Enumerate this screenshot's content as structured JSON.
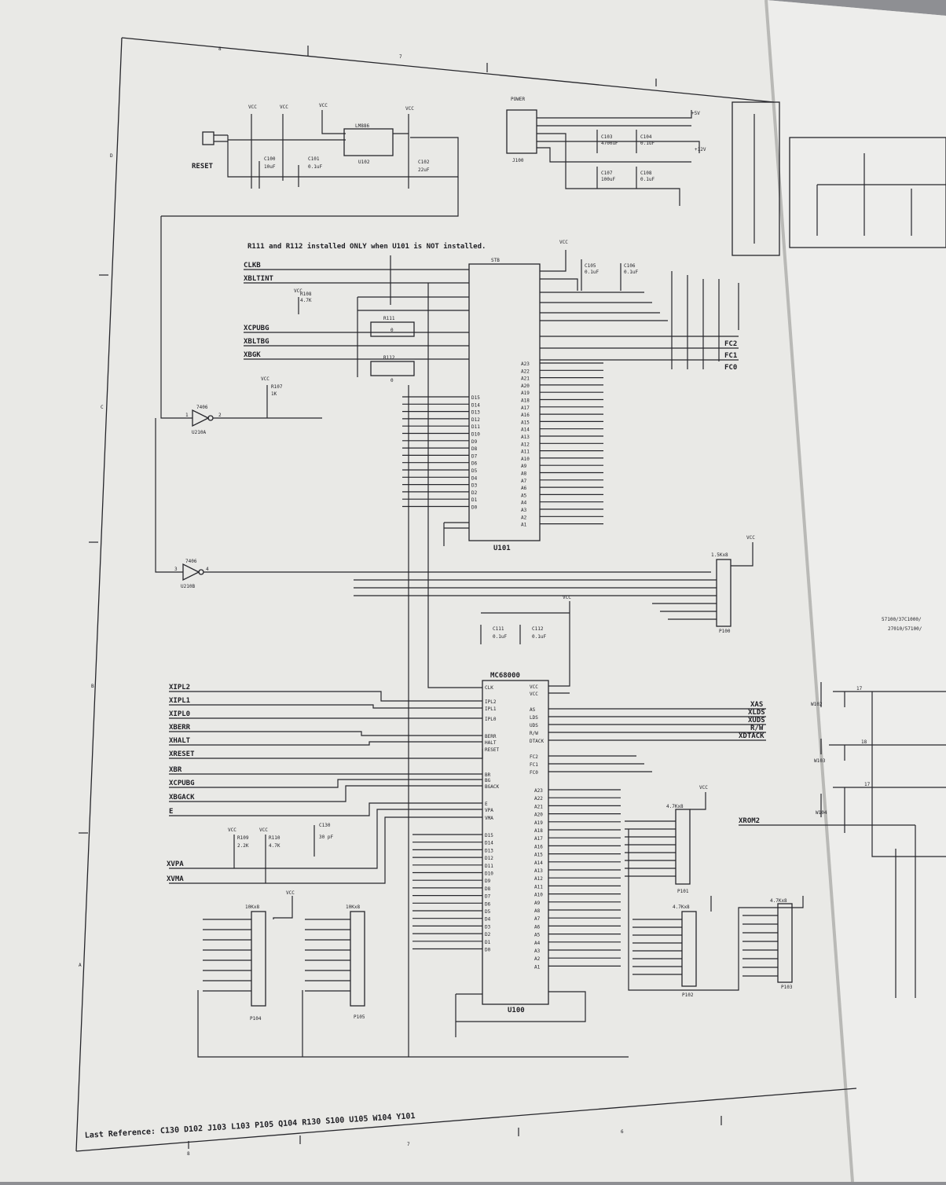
{
  "note": "R111 and R112 installed ONLY when U101 is NOT installed.",
  "last_reference": "Last Reference:  C130 D102 J103 L103 P105 Q104 R130 S100 U105 W104 Y101",
  "border_cols": {
    "top": [
      "8",
      "7"
    ],
    "bottom": [
      "8",
      "7",
      "6"
    ]
  },
  "border_rows": [
    "D",
    "C",
    "B",
    "A"
  ],
  "chips": {
    "u100": {
      "part": "MC68000",
      "ref": "U100"
    },
    "u101": {
      "part": "STB",
      "ref": "U101"
    },
    "reg": {
      "part": "LM886",
      "ref": "U102"
    },
    "gate_a": {
      "part": "7406",
      "ref": "U210A",
      "pin_in": "1",
      "pin_out": "2"
    },
    "gate_b": {
      "part": "7406",
      "ref": "U210B",
      "pin_in": "3",
      "pin_out": "4"
    }
  },
  "power": {
    "title": "POWER",
    "conn": "J100",
    "v5": "+5V",
    "v12": "+12V"
  },
  "caps": [
    {
      "ref": "C100",
      "val": "10uF"
    },
    {
      "ref": "C101",
      "val": "0.1uF"
    },
    {
      "ref": "C102",
      "val": "22uF"
    },
    {
      "ref": "C103",
      "val": "4700uF"
    },
    {
      "ref": "C104",
      "val": "0.1uF"
    },
    {
      "ref": "C107",
      "val": "100uF"
    },
    {
      "ref": "C108",
      "val": "0.1uF"
    },
    {
      "ref": "C105",
      "val": "0.1uF"
    },
    {
      "ref": "C106",
      "val": "0.1uF"
    },
    {
      "ref": "C111",
      "val": "0.1uF"
    },
    {
      "ref": "C112",
      "val": "0.1uF"
    },
    {
      "ref": "C130",
      "val": "30 pF"
    }
  ],
  "resistors": {
    "r111": "R111",
    "r112": "R112",
    "zero": "0",
    "r107": "R107",
    "r107v": "1K",
    "r108": "R108",
    "r108v": "4.7K",
    "r109": "R109",
    "r109v": "2.2K",
    "r110": "R110",
    "r110v": "4.7K"
  },
  "reset_label": "RESET",
  "vcc": "VCC",
  "u101_left_signals": [
    "CLKB",
    "XBLTINT",
    "XCPUBG",
    "XBLTBG",
    "XBGK"
  ],
  "u101_right_signals": [
    "FC2",
    "FC1",
    "FC0"
  ],
  "u100_left_signals": [
    "XIPL2",
    "XIPL1",
    "XIPL0",
    "XBERR",
    "XHALT",
    "XRESET",
    "XBR",
    "XCPUBG",
    "XBGACK",
    "E",
    "XVPA",
    "XVMA"
  ],
  "u100_right_signals": [
    "XAS",
    "XLDS",
    "XUDS",
    "R/W",
    "XDTACK"
  ],
  "u100_pins_left": [
    "CLK",
    "IPL2",
    "IPL1",
    "IPL0",
    "BERR",
    "HALT",
    "RESET",
    "BR",
    "BG",
    "BGACK",
    "E",
    "VPA",
    "VMA"
  ],
  "u100_pins_right": [
    "VCC",
    "VCC",
    "AS",
    "LDS",
    "UDS",
    "R/W",
    "DTACK",
    "FC2",
    "FC1",
    "FC0"
  ],
  "data_pins": [
    "D15",
    "D14",
    "D13",
    "D12",
    "D11",
    "D10",
    "D9",
    "D8",
    "D7",
    "D6",
    "D5",
    "D4",
    "D3",
    "D2",
    "D1",
    "D0"
  ],
  "addr_pins": [
    "A23",
    "A22",
    "A21",
    "A20",
    "A19",
    "A18",
    "A17",
    "A16",
    "A15",
    "A14",
    "A13",
    "A12",
    "A11",
    "A10",
    "A9",
    "A8",
    "A7",
    "A6",
    "A5",
    "A4",
    "A3",
    "A2",
    "A1"
  ],
  "packs": [
    {
      "ref": "P100",
      "val": "1.5Kx8"
    },
    {
      "ref": "P101",
      "val": "4.7Kx8"
    },
    {
      "ref": "P102",
      "val": "4.7Kx8"
    },
    {
      "ref": "P103",
      "val": "4.7Kx8"
    },
    {
      "ref": "P104",
      "val": "10Kx8"
    },
    {
      "ref": "P105",
      "val": "10Kx8"
    }
  ],
  "right_page": {
    "rom_a": "57100/37C1000/",
    "rom_b": "27010/57100/",
    "xrom2": "XROM2",
    "w102": "W102",
    "w103": "W103",
    "w104": "W104",
    "n17": "17",
    "n18": "18"
  }
}
